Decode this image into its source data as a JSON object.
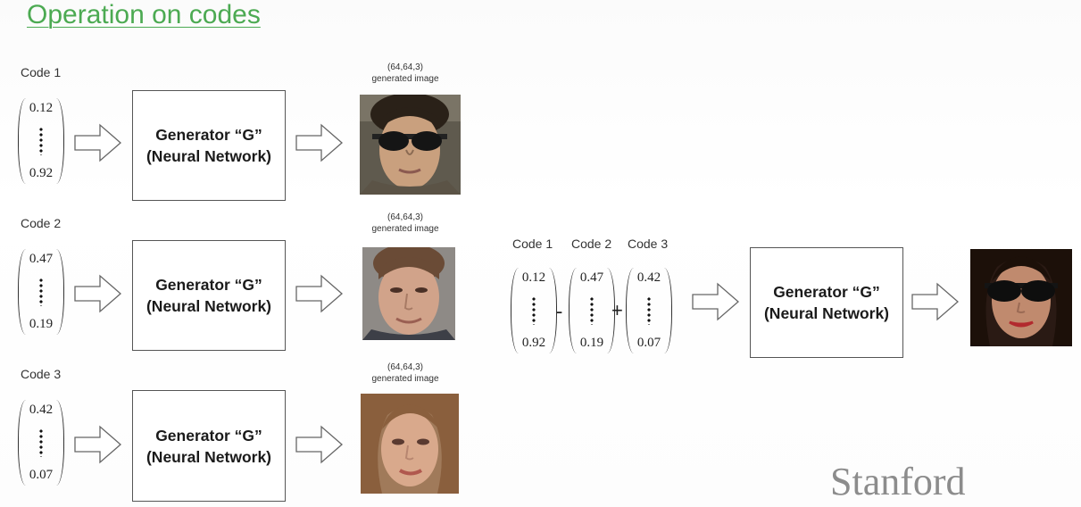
{
  "title": "Operation on codes",
  "rows": [
    {
      "code_label": "Code 1",
      "top": "0.12",
      "bottom": "0.92",
      "gen_line1": "Generator “G”",
      "gen_line2": "(Neural Network)",
      "shape": "(64,64,3)",
      "caption": "generated image"
    },
    {
      "code_label": "Code 2",
      "top": "0.47",
      "bottom": "0.19",
      "gen_line1": "Generator “G”",
      "gen_line2": "(Neural Network)",
      "shape": "(64,64,3)",
      "caption": "generated image"
    },
    {
      "code_label": "Code 3",
      "top": "0.42",
      "bottom": "0.07",
      "gen_line1": "Generator “G”",
      "gen_line2": "(Neural Network)",
      "shape": "(64,64,3)",
      "caption": "generated image"
    }
  ],
  "operation": {
    "labels": [
      "Code 1",
      "Code 2",
      "Code 3"
    ],
    "vectors": [
      {
        "top": "0.12",
        "bottom": "0.92"
      },
      {
        "top": "0.47",
        "bottom": "0.19"
      },
      {
        "top": "0.42",
        "bottom": "0.07"
      }
    ],
    "minus": "-",
    "plus": "+",
    "gen_line1": "Generator “G”",
    "gen_line2": "(Neural Network)"
  },
  "brand": "Stanford",
  "colors": {
    "title": "#4caa52",
    "brand": "#8c8c8c"
  },
  "icons": [
    "right-arrow-icon"
  ]
}
